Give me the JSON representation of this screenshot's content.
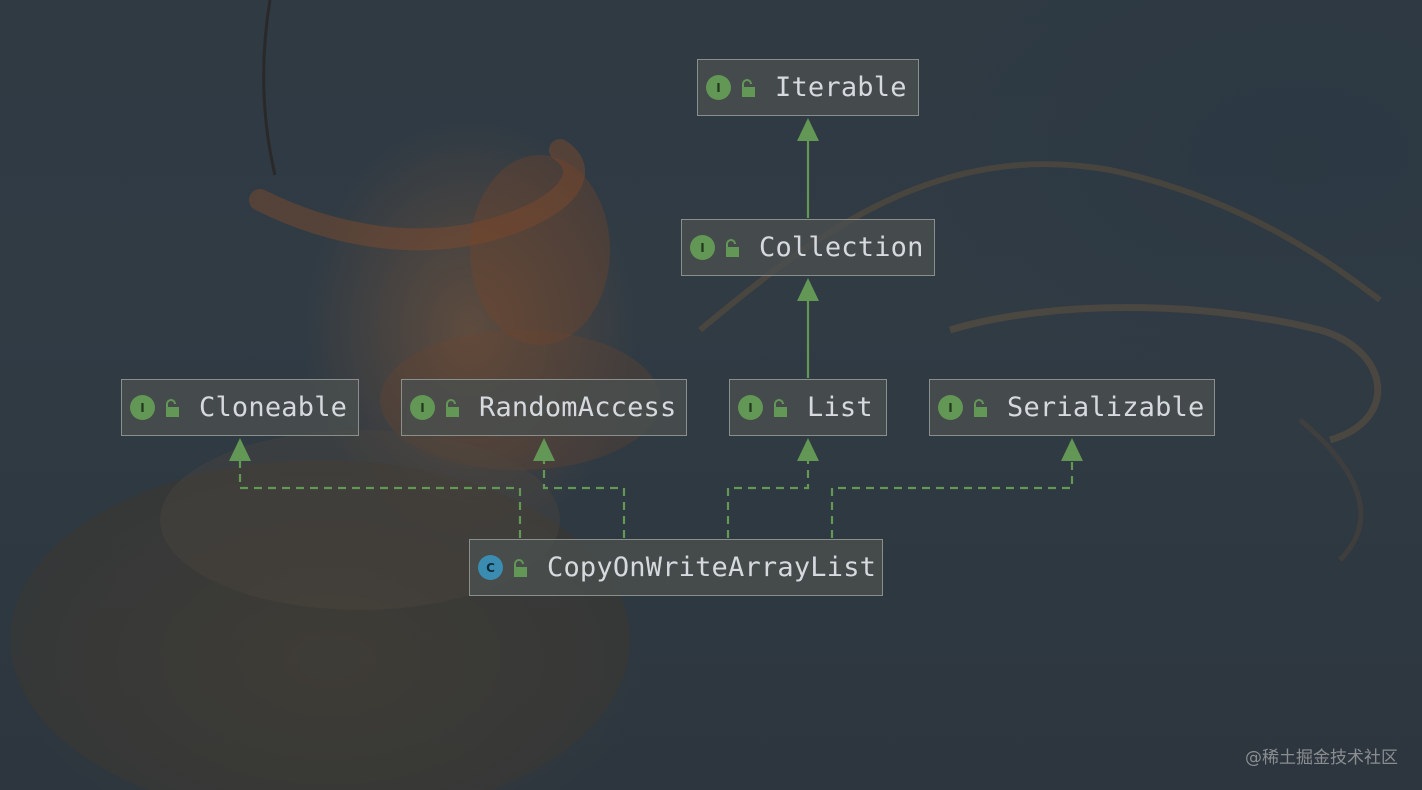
{
  "diagram": {
    "nodes": [
      {
        "id": "iterable",
        "kind": "interface",
        "kind_letter": "I",
        "label": "Iterable"
      },
      {
        "id": "collection",
        "kind": "interface",
        "kind_letter": "I",
        "label": "Collection"
      },
      {
        "id": "cloneable",
        "kind": "interface",
        "kind_letter": "I",
        "label": "Cloneable"
      },
      {
        "id": "randomaccess",
        "kind": "interface",
        "kind_letter": "I",
        "label": "RandomAccess"
      },
      {
        "id": "list",
        "kind": "interface",
        "kind_letter": "I",
        "label": "List"
      },
      {
        "id": "serializable",
        "kind": "interface",
        "kind_letter": "I",
        "label": "Serializable"
      },
      {
        "id": "copyonwritearraylist",
        "kind": "class",
        "kind_letter": "C",
        "label": "CopyOnWriteArrayList"
      }
    ],
    "edges": [
      {
        "from": "collection",
        "to": "iterable",
        "style": "solid"
      },
      {
        "from": "list",
        "to": "collection",
        "style": "solid"
      },
      {
        "from": "copyonwritearraylist",
        "to": "cloneable",
        "style": "dashed"
      },
      {
        "from": "copyonwritearraylist",
        "to": "randomaccess",
        "style": "dashed"
      },
      {
        "from": "copyonwritearraylist",
        "to": "list",
        "style": "dashed"
      },
      {
        "from": "copyonwritearraylist",
        "to": "serializable",
        "style": "dashed"
      }
    ],
    "colors": {
      "edge": "#629755",
      "interface_badge": "#629755",
      "class_badge": "#3a8cb0",
      "lock": "#629755"
    }
  },
  "watermark": "@稀土掘金技术社区"
}
